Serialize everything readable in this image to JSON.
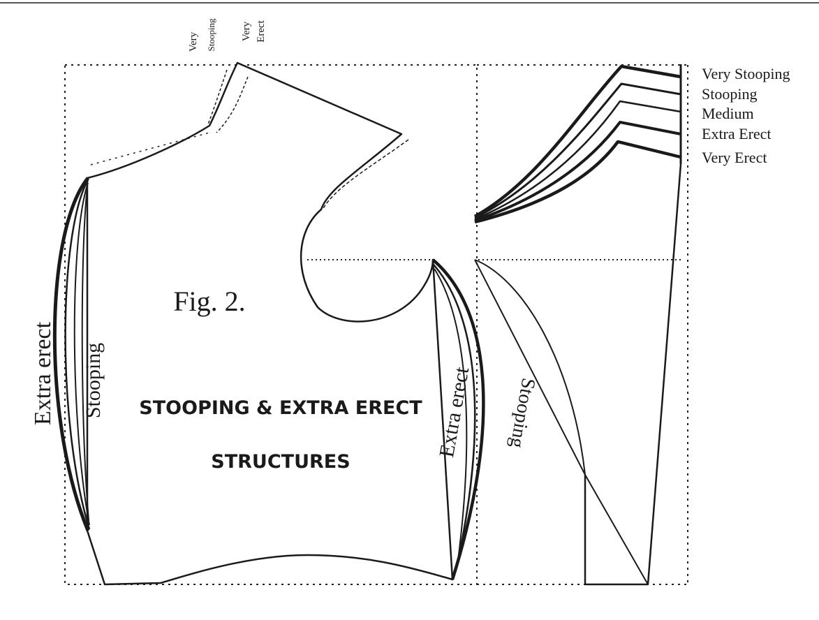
{
  "figure_label": "Fig. 2.",
  "main_title_line1": "STOOPING & EXTRA ERECT",
  "main_title_line2": "STRUCTURES",
  "back_left_outer_label": "Extra erect",
  "back_left_inner_label": "Stooping",
  "neck_label_very_stooping_1": "Very",
  "neck_label_very_stooping_2": "Stooping",
  "neck_label_very_erect_1": "Very",
  "neck_label_very_erect_2": "Erect",
  "side_right_outer_label": "Extra erect",
  "side_right_inner_label": "Stooping",
  "legend": [
    "Very Stooping",
    "Stooping",
    "Medium",
    "Extra Erect",
    "Very Erect"
  ],
  "colors": {
    "ink": "#1a1a1a",
    "paper": "#ffffff"
  }
}
